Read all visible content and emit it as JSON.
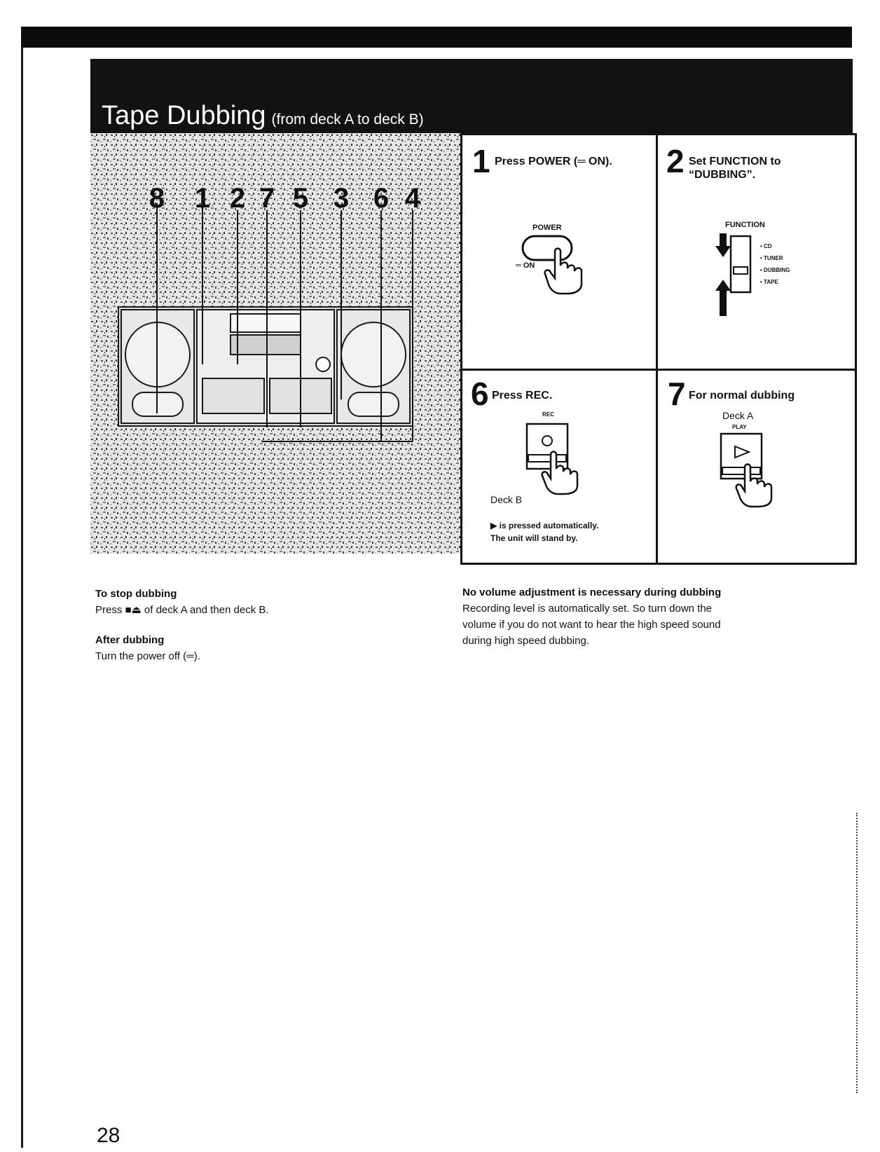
{
  "header": {
    "title": "Tape Dubbing",
    "subtitle": "(from deck A to deck B)"
  },
  "illustration": {
    "callouts": [
      "8",
      "1",
      "2",
      "7",
      "5",
      "3",
      "6",
      "4"
    ]
  },
  "steps": [
    {
      "number": "1",
      "instruction": "Press POWER (═ ON).",
      "labels": {
        "power": "POWER",
        "on": "═ ON"
      }
    },
    {
      "number": "2",
      "instruction": "Set FUNCTION to “DUBBING”.",
      "labels": {
        "function": "FUNCTION",
        "options": [
          "CD",
          "TUNER",
          "DUBBING",
          "TAPE"
        ]
      }
    },
    {
      "number": "6",
      "instruction": "Press REC.",
      "labels": {
        "rec": "REC",
        "deck": "Deck B"
      },
      "note_line1": "▶ is pressed automatically.",
      "note_line2": "The unit will stand by."
    },
    {
      "number": "7",
      "instruction": "For normal dubbing",
      "labels": {
        "deck": "Deck A",
        "play": "PLAY"
      }
    }
  ],
  "notes": {
    "stop_heading": "To stop dubbing",
    "stop_text": "Press ■⏏ of deck A and then deck B.",
    "after_heading": "After dubbing",
    "after_text": "Turn the power off (═).",
    "volume_heading": "No volume adjustment is necessary during dubbing",
    "volume_line1": "Recording level is automatically set. So turn down the",
    "volume_line2": "volume if you do not want to hear the high speed sound",
    "volume_line3": "during high speed dubbing."
  },
  "page_number": "28"
}
